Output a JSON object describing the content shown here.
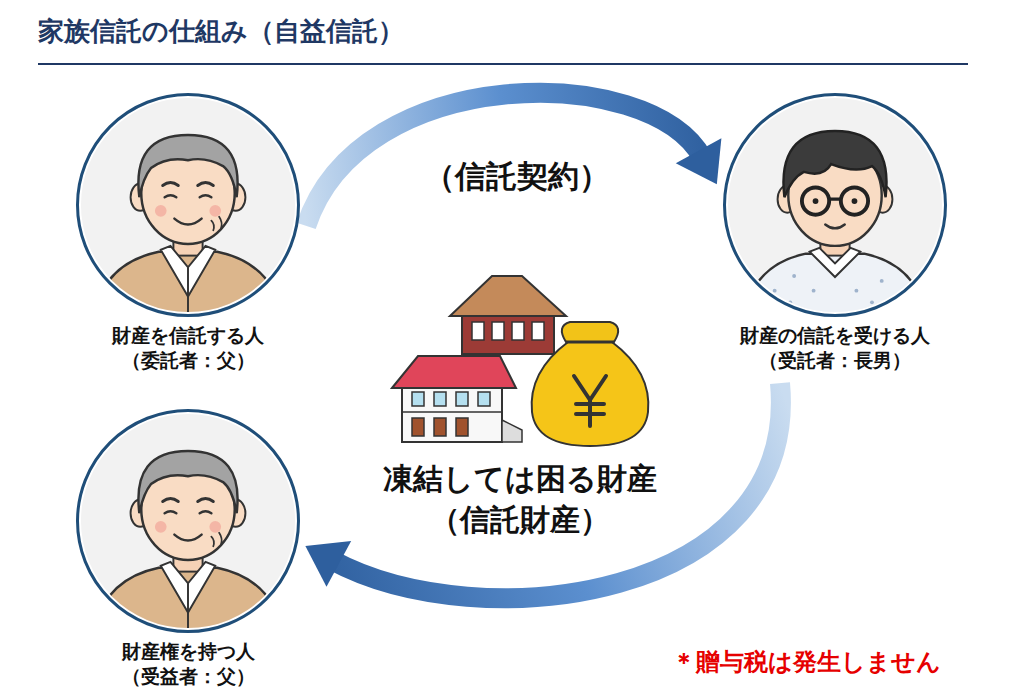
{
  "diagram": {
    "title": "家族信託の仕組み（自益信託）",
    "nodes": [
      {
        "text": [
          "財産を信託する人 （委託者：父）"
        ]
      },
      {
        "text": [
          "財産の信託を受ける人 （受託者：長男）"
        ]
      },
      {
        "text": [
          "財産権を持つ人 （受益者：父）"
        ]
      }
    ],
    "edges": [
      {
        "from": 0,
        "to": 1,
        "arrow": "to",
        "label": "（信託契約）"
      },
      {
        "from": 1,
        "to": 2,
        "arrow": "to"
      }
    ],
    "labels": [
      "凍結しては困る財産 （信託財産）",
      "＊贈与税は発生しません"
    ]
  }
}
